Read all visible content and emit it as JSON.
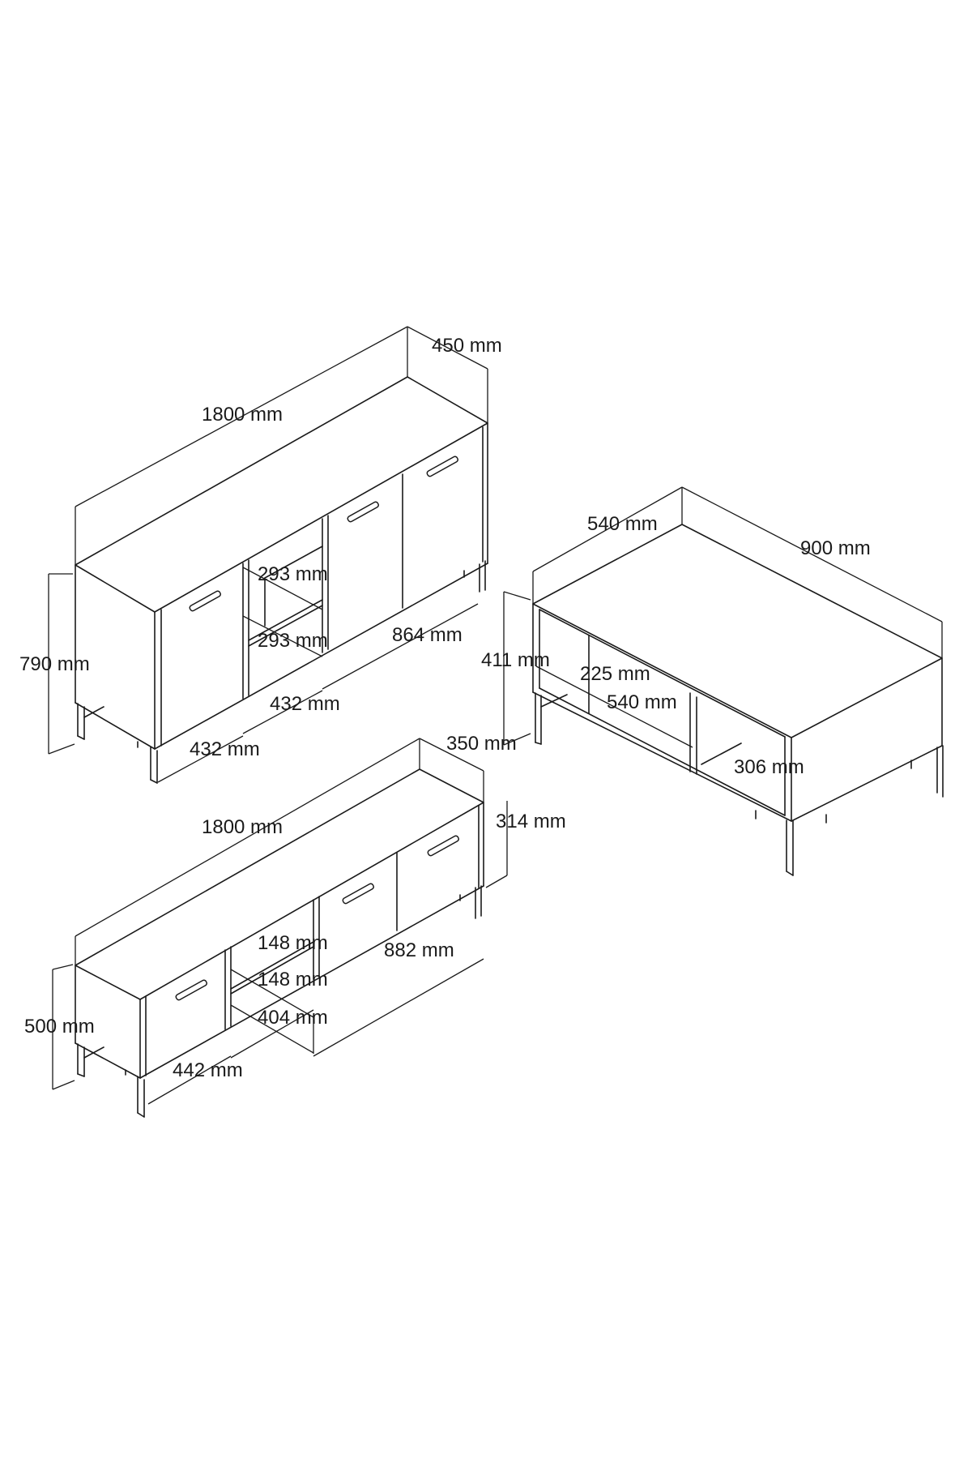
{
  "sideboard": {
    "width": "1800 mm",
    "depth": "450 mm",
    "height": "790 mm",
    "shelf_top": "293 mm",
    "shelf_bottom": "293 mm",
    "double_door": "864 mm",
    "shelf_width": "432 mm",
    "left_door": "432 mm"
  },
  "coffee_table": {
    "depth": "540 mm",
    "width": "900 mm",
    "height": "411 mm",
    "shelf_height": "225 mm",
    "shelf_width": "540 mm",
    "side_shelf": "306 mm"
  },
  "tv_stand": {
    "width": "1800 mm",
    "depth": "350 mm",
    "door_height": "314 mm",
    "height": "500 mm",
    "shelf_top": "148 mm",
    "shelf_bottom": "148 mm",
    "double_door": "882 mm",
    "shelf_width": "404 mm",
    "left_door": "442 mm"
  }
}
